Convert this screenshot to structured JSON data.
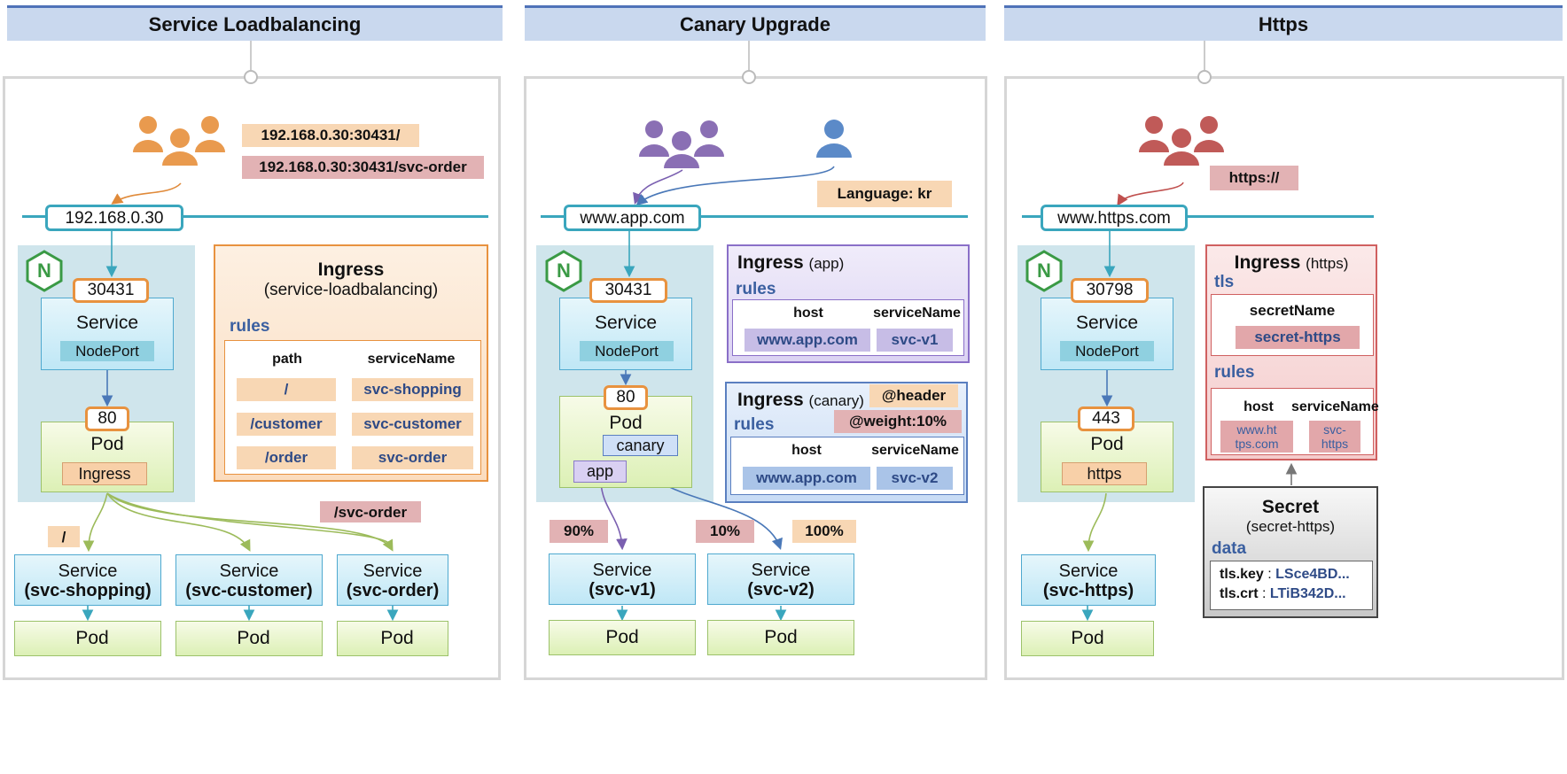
{
  "sections": {
    "lb": {
      "title": "Service Loadbalancing",
      "ip_label1": "192.168.0.30:30431/",
      "ip_label2": "192.168.0.30:30431/svc-order",
      "host": "192.168.0.30",
      "node_port": "30431",
      "service_label": "Service",
      "nodeport_label": "NodePort",
      "pod_port": "80",
      "pod_label": "Pod",
      "pod_app": "Ingress",
      "ingress_title": "Ingress",
      "ingress_sub": "(service-loadbalancing)",
      "rules_label": "rules",
      "col_path": "path",
      "col_service": "serviceName",
      "rows": [
        {
          "path": "/",
          "service": "svc-shopping"
        },
        {
          "path": "/customer",
          "service": "svc-customer"
        },
        {
          "path": "/order",
          "service": "svc-order"
        }
      ],
      "route_root": "/",
      "route_order": "/svc-order",
      "services": [
        {
          "name": "Service",
          "sub": "(svc-shopping)",
          "pod": "Pod",
          "icon": "shopping-cart-icon"
        },
        {
          "name": "Service",
          "sub": "(svc-customer)",
          "pod": "Pod",
          "icon": "customer-support-icon"
        },
        {
          "name": "Service",
          "sub": "(svc-order)",
          "pod": "Pod",
          "icon": "package-icon"
        }
      ]
    },
    "canary": {
      "title": "Canary Upgrade",
      "language_label": "Language: kr",
      "host": "www.app.com",
      "node_port": "30431",
      "service_label": "Service",
      "nodeport_label": "NodePort",
      "pod_port": "80",
      "pod_label": "Pod",
      "canary_tag": "canary",
      "app_tag": "app",
      "ingress_app_title": "Ingress",
      "ingress_app_sub": "(app)",
      "ingress_canary_title": "Ingress",
      "ingress_canary_sub": "(canary)",
      "header_annot": "@header",
      "weight_annot": "@weight:10%",
      "rules_label": "rules",
      "col_host": "host",
      "col_service": "serviceName",
      "app_row": {
        "host": "www.app.com",
        "service": "svc-v1"
      },
      "canary_row": {
        "host": "www.app.com",
        "service": "svc-v2"
      },
      "pct_90": "90%",
      "pct_10": "10%",
      "pct_100": "100%",
      "services": [
        {
          "name": "Service",
          "sub": "(svc-v1)",
          "pod": "Pod",
          "icon": "cloud-sync-icon"
        },
        {
          "name": "Service",
          "sub": "(svc-v2)",
          "pod": "Pod",
          "icon": "hummingbird-icon"
        }
      ]
    },
    "https": {
      "title": "Https",
      "proto_label": "https://",
      "host": "www.https.com",
      "node_port": "30798",
      "service_label": "Service",
      "nodeport_label": "NodePort",
      "pod_port": "443",
      "pod_label": "Pod",
      "pod_app": "https",
      "ingress_title": "Ingress",
      "ingress_sub": "(https)",
      "tls_label": "tls",
      "secret_name_header": "secretName",
      "secret_name_value": "secret-https",
      "rules_label": "rules",
      "col_host": "host",
      "col_service": "serviceName",
      "row_host": "www.ht tps.com",
      "row_service": "svc- https",
      "secret_title": "Secret",
      "secret_sub": "(secret-https)",
      "data_label": "data",
      "tls_key_label": "tls.key",
      "tls_key_value": "LSce4BD...",
      "tls_crt_label": "tls.crt",
      "tls_crt_value": "LTiB342D...",
      "svc_name": "Service",
      "svc_sub": "(svc-https)",
      "svc_pod": "Pod"
    }
  },
  "colors": {
    "header_bg": "#c9d8ee",
    "header_border": "#4e72b8",
    "orange_users": "#e99a4e",
    "purple_users": "#8a6fb4",
    "blue_user": "#5b8ac8",
    "red_users": "#c05a58",
    "nginx_green": "#3a9a45"
  }
}
